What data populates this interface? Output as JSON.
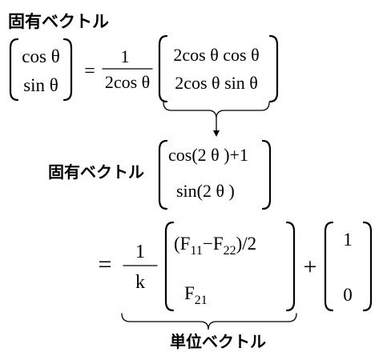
{
  "heading": "固有ベクトル",
  "eigen_vector_label": "固有ベクトル",
  "unit_vector_label": "単位ベクトル",
  "equation1": {
    "lhs": [
      "cos θ",
      "sin θ"
    ],
    "equals": "=",
    "frac_num": "1",
    "frac_den": "2cos θ",
    "rhs": [
      "2cos θ cos θ",
      "2cos θ sin θ"
    ]
  },
  "equation2": {
    "rows": [
      "cos(2 θ )+1",
      "sin(2 θ )"
    ]
  },
  "equation3": {
    "equals": "=",
    "frac_num": "1",
    "frac_den": "k",
    "row1_open": "(F",
    "row1_sub1": "11",
    "row1_mid": "−F",
    "row1_sub2": "22",
    "row1_close": ")/2",
    "row2_F": "F",
    "row2_sub": "21",
    "plus": "+",
    "vec": [
      "1",
      "0"
    ]
  }
}
